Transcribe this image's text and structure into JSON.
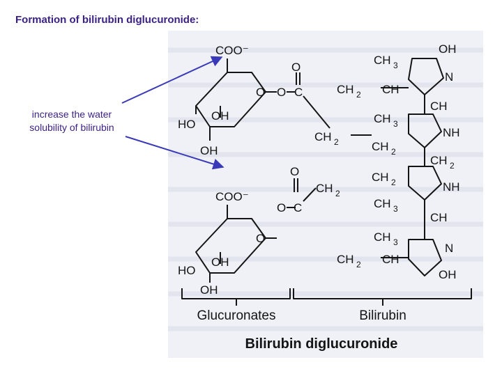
{
  "title": "Formation of bilirubin diglucuronide:",
  "note": "increase the water solubility of bilirubin",
  "figure": {
    "caption": "Bilirubin diglucuronide",
    "glucuronates_label": "Glucuronates",
    "bilirubin_label": "Bilirubin",
    "labels": {
      "coo_minus": "COO⁻",
      "o": "O",
      "c": "C",
      "oh": "OH",
      "ho": "HO",
      "ch3": "CH",
      "ch2": "CH",
      "ch": "CH",
      "n": "N",
      "nh": "NH",
      "sub2": "2",
      "sub3": "3"
    }
  },
  "colors": {
    "text_accent": "#3a1f86",
    "arrow": "#3a3ab8",
    "figure_bg": "#eff1f6",
    "structure": "#141414"
  }
}
